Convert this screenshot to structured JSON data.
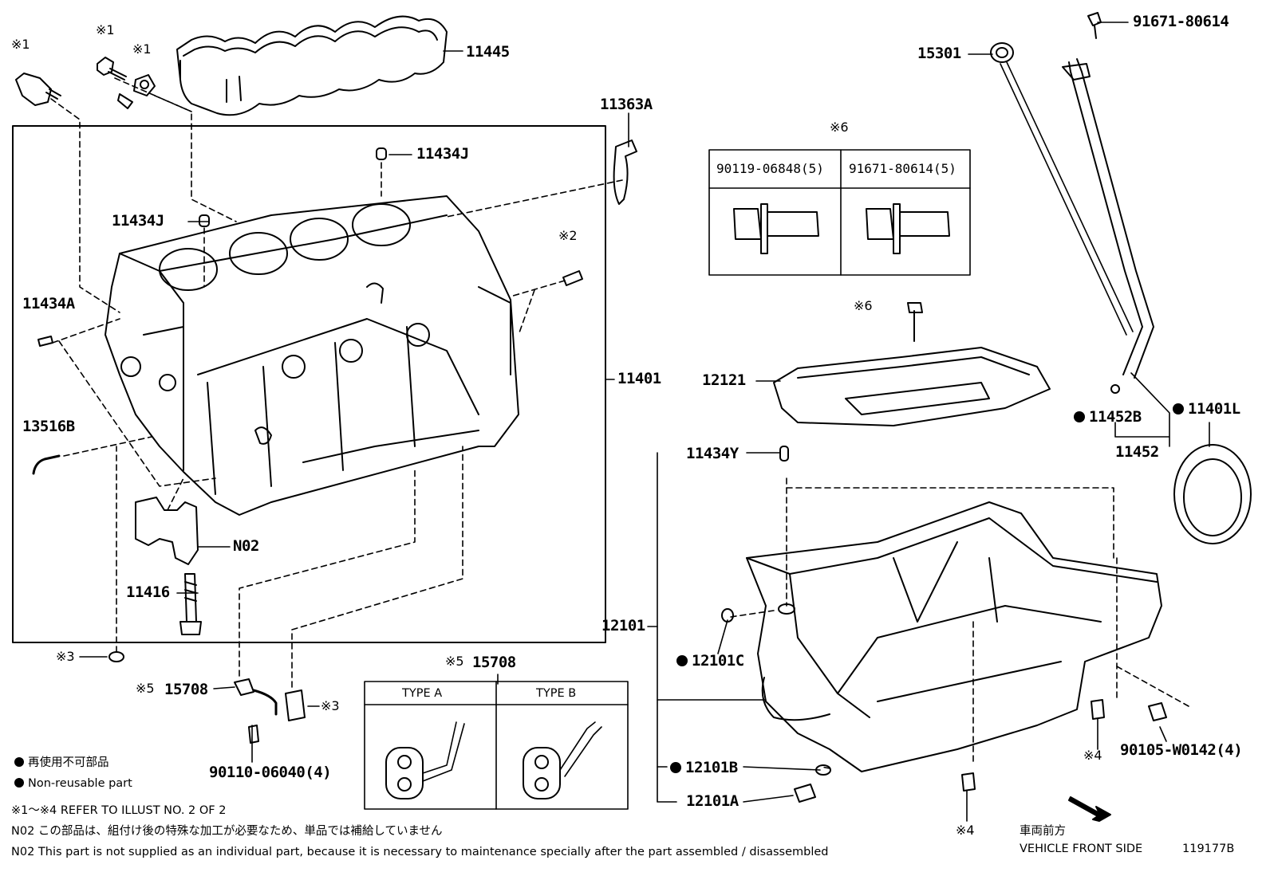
{
  "parts": {
    "cylinder_head_cover_gasket": "11445",
    "stud_bracket": "11363A",
    "pin_j_top": "11434J",
    "pin_j_left": "11434J",
    "pin_a": "11434A",
    "cylinder_block": "11401",
    "pipe": "13516B",
    "cap": "N02",
    "bolt_11416": "11416",
    "baffle": "12121",
    "dipstick": "15301",
    "guide": "11452",
    "o_ring_guide": "11452B",
    "seal": "11401L",
    "pin_y": "11434Y",
    "oil_pan": "12101",
    "o_ring_pan": "12101C",
    "gasket_pan": "12101B",
    "plug_pan": "12101A",
    "jet_label": "15708",
    "jet_box_title": "15708",
    "bolt_jet": "90110-06040(4)",
    "bolt_pan": "90105-W0142(4)",
    "bolt_guide": "91671-80614",
    "ref_1a": "※1",
    "ref_1b": "※1",
    "ref_1c": "※1",
    "ref_2": "※2",
    "ref_3a": "※3",
    "ref_3b": "※3",
    "ref_4a": "※4",
    "ref_4b": "※4",
    "ref_5a": "※5",
    "ref_5b": "※5",
    "ref_6a": "※6",
    "ref_6b": "※6"
  },
  "table_6": {
    "col1": "90119-06848(5)",
    "col2": "91671-80614(5)"
  },
  "type_box": {
    "type_a": "TYPE A",
    "type_b": "TYPE B"
  },
  "legend": {
    "jp": "再使用不可部品",
    "en": "Non-reusable part"
  },
  "notes": {
    "refer": "※1～※4  REFER TO ILLUST NO. 2 OF 2",
    "n02_jp": "N02  この部品は、組付け後の特殊な加工が必要なため、単品では補給していません",
    "n02_en": "N02  This part is not supplied as an individual part, because it is necessary to maintenance specially after the part assembled / disassembled"
  },
  "direction": {
    "jp": "車両前方",
    "en": "VEHICLE FRONT SIDE"
  },
  "illustration_id": "119177B"
}
